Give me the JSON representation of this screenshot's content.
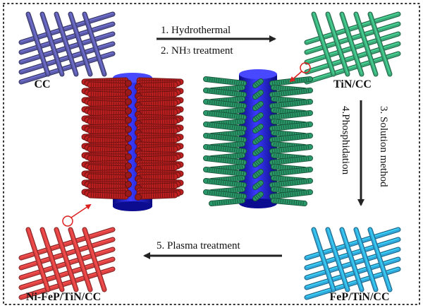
{
  "labels": {
    "cc": "CC",
    "tin_cc": "TiN/CC",
    "fep_tin_cc": "FeP/TiN/CC",
    "ni_fep_tin_cc": "Ni-FeP/TiN/CC"
  },
  "steps": {
    "step1": "1. Hydrothermal",
    "step2": "2. NH3 treatment",
    "step3": "3. Solution method",
    "step4": "4.Phosphidation",
    "step5": "5. Plasma treatment"
  },
  "colors": {
    "cc_mesh": "#5a5aa8",
    "tin_mesh": "#3aaa78",
    "fep_mesh": "#30a8dc",
    "nifep_mesh": "#dc4040",
    "core_rod": "#1c1cd8",
    "red_fibers": "#c02020",
    "green_fibers": "#2a9a6a",
    "connector": "#dd2020",
    "border_dots": "#333333"
  },
  "icons": [
    "arrow-right-icon",
    "arrow-down-icon",
    "arrow-left-icon"
  ]
}
